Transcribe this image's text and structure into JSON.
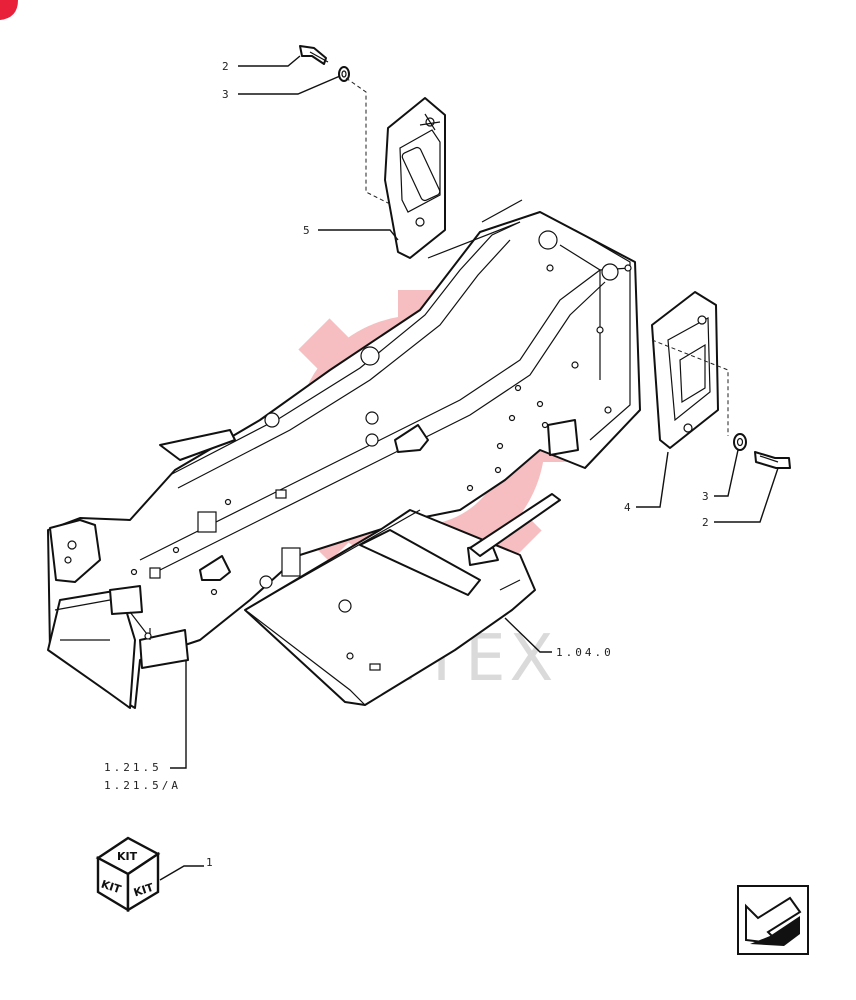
{
  "callouts": {
    "c2_top": "2",
    "c3_top": "3",
    "c5": "5",
    "c4": "4",
    "c3_right": "3",
    "c2_right": "2",
    "c1": "1",
    "ref_1040": "1.04.0",
    "ref_1215": "1.21.5",
    "ref_1215a": "1.21.5/A"
  },
  "kit": {
    "face_top": "KIT",
    "face_left": "KIT",
    "face_right": "KIT"
  },
  "watermark": {
    "text": "ИНТЕХ",
    "color": "#e8474c"
  },
  "colors": {
    "line": "#111111",
    "background": "#ffffff",
    "corner_badge": "#e8203a"
  },
  "icons": {
    "navigation": "arrow-prev-icon",
    "kit": "kit-cube-icon"
  }
}
